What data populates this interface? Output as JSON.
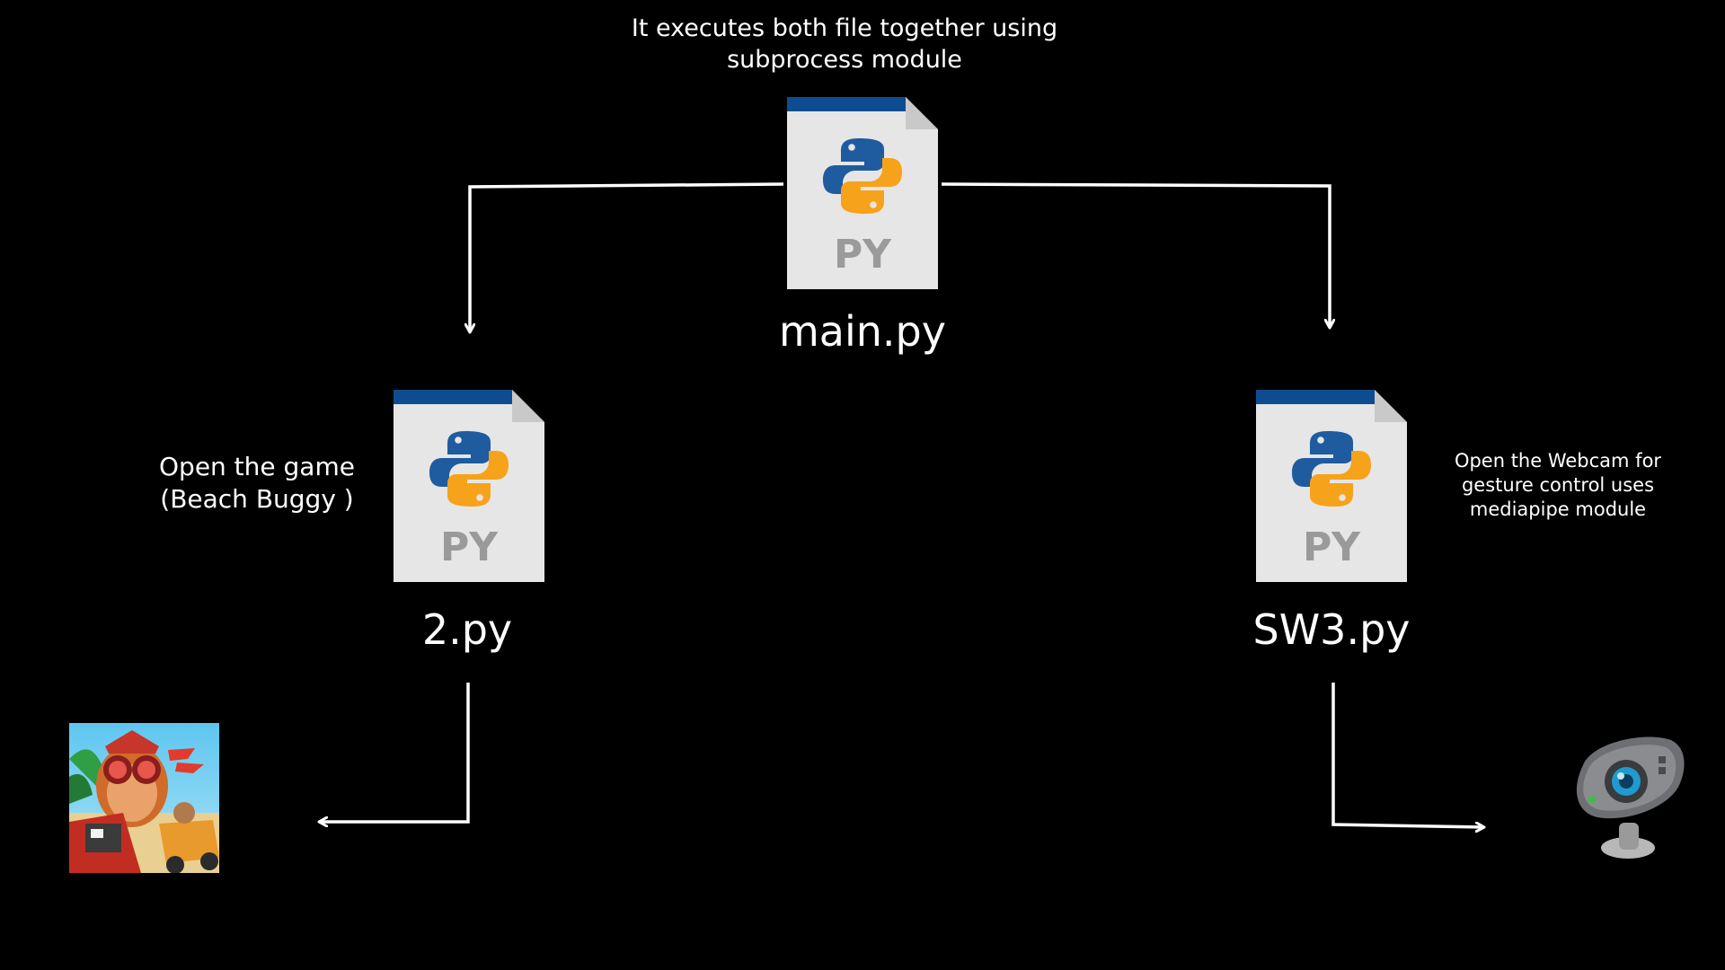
{
  "diagram": {
    "top_caption": "It executes both file together using\nsubprocess module",
    "left_caption": "Open the game\n(Beach Buggy )",
    "right_caption": "Open the Webcam for\ngesture control uses\nmediapipe module",
    "files": {
      "main": {
        "name": "main.py",
        "badge": "PY"
      },
      "left": {
        "name": "2.py",
        "badge": "PY"
      },
      "right": {
        "name": "SW3.py",
        "badge": "PY"
      }
    },
    "images": {
      "game": {
        "icon": "beach-buggy-game-icon"
      },
      "webcam": {
        "icon": "webcam-icon"
      }
    }
  },
  "colors": {
    "background": "#000000",
    "text": "#ffffff",
    "file_page": "#e6e6e6",
    "file_fold": "#c9c9c9",
    "file_band": "#0e4c92",
    "badge_text": "#9a9a9a",
    "python_blue": "#1f5b9f",
    "python_yellow": "#f7a21b",
    "connector": "#ffffff"
  }
}
